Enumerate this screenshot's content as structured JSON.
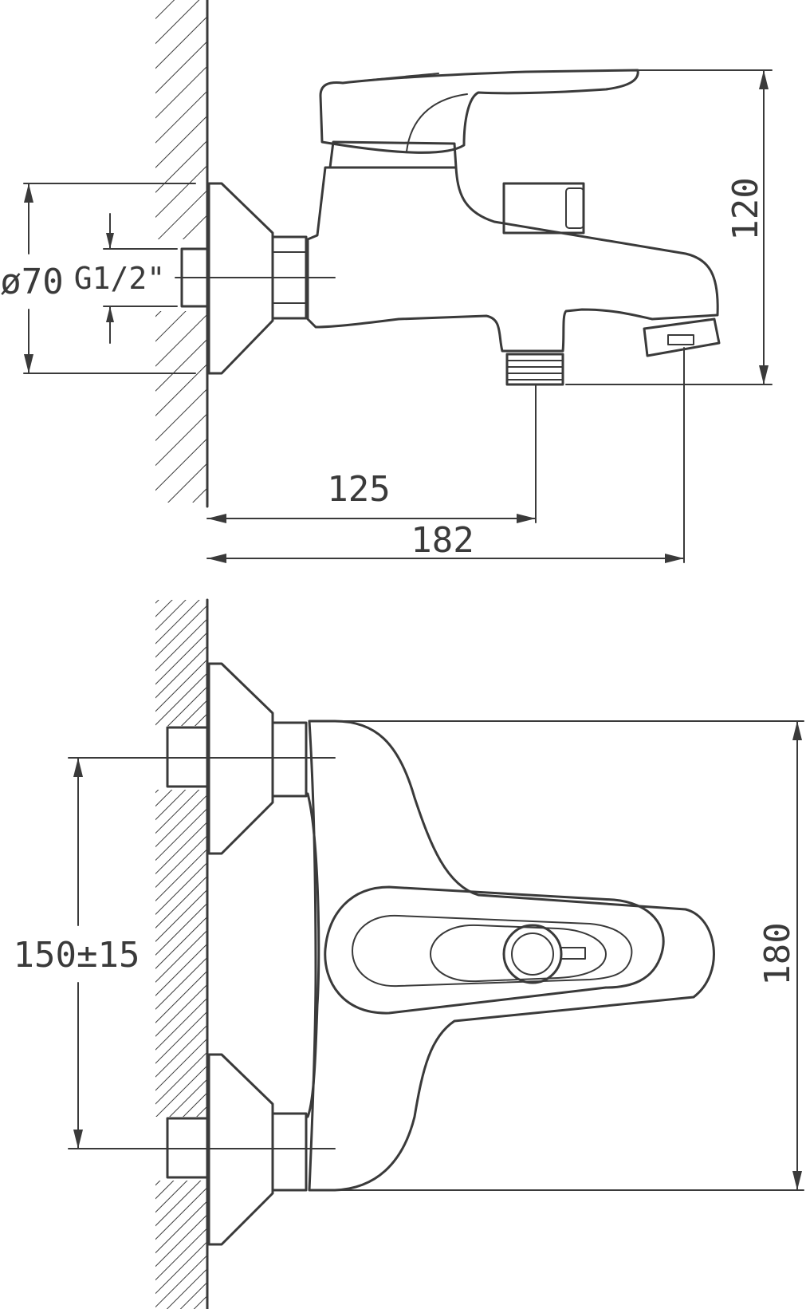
{
  "side_view": {
    "dim_height": "120",
    "dim_flange_dia": "ø70",
    "dim_thread": "G1/2\"",
    "dim_outlet_offset": "125",
    "dim_spout_reach": "182"
  },
  "top_view": {
    "dim_centers": "150±15",
    "dim_width": "180"
  }
}
